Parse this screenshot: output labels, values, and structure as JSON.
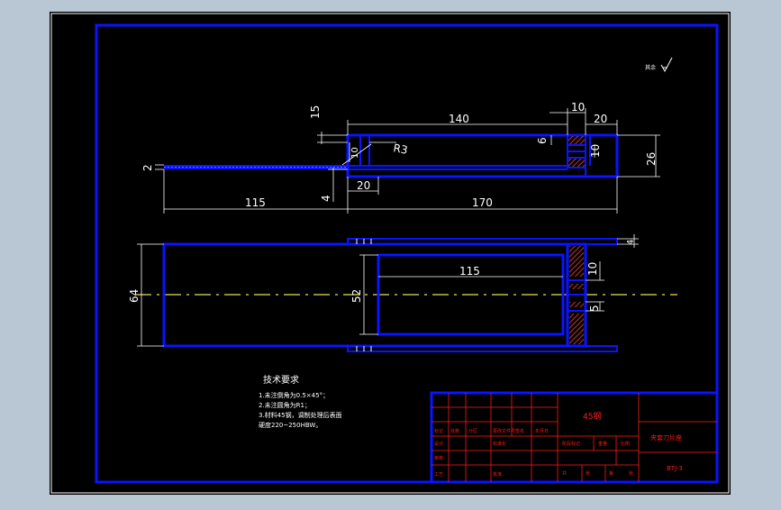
{
  "colors": {
    "viewport_bg": "#b9c6d3",
    "sheet_bg": "#000000",
    "frame_white": "#ffffff",
    "part_blue": "#0a14ff",
    "dim_white": "#ffffff",
    "title_red": "#ff1a1a",
    "center_yellow": "#e6e24a",
    "hatch_red": "#c0392b"
  },
  "roughness": {
    "label": "其余"
  },
  "dimensions": {
    "d15": "15",
    "d140": "140",
    "d10_top": "10",
    "d20_top": "20",
    "d6": "6",
    "d10_side": "10",
    "d26": "26",
    "r3": "R3",
    "d10_small": "10",
    "d2": "2",
    "d4": "4",
    "d20_bottom": "20",
    "d115_left": "115",
    "d170": "170",
    "d115_inner": "115",
    "d64": "64",
    "d52": "52",
    "d4_right": "4",
    "d10_right": "10",
    "d5_right": "5"
  },
  "tech_requirements": {
    "title": "技术要求",
    "lines": [
      "1.未注倒角为0.5×45°；",
      "2.未注圆角为R1；",
      "3.材料45钢，调制处理后表面",
      "硬度220~250HBW。"
    ]
  },
  "title_block": {
    "material": "45钢",
    "part_name": "夹套刀片座",
    "drawing_no": "BTJ-3",
    "small_labels": {
      "r1_a": "标记",
      "r1_b": "处数",
      "r1_c": "分区",
      "r1_d": "更改文件号",
      "r1_e": "签名",
      "r1_f": "年月日",
      "r2_a": "设计",
      "r2_b": "标准化",
      "r3_a": "审核",
      "r4_a": "工艺",
      "r4_b": "批准",
      "m1_a": "阶段标记",
      "m1_b": "重量",
      "m1_c": "比例",
      "m2_a": "共",
      "m2_b": "张",
      "m2_c": "第",
      "m2_d": "张"
    }
  }
}
